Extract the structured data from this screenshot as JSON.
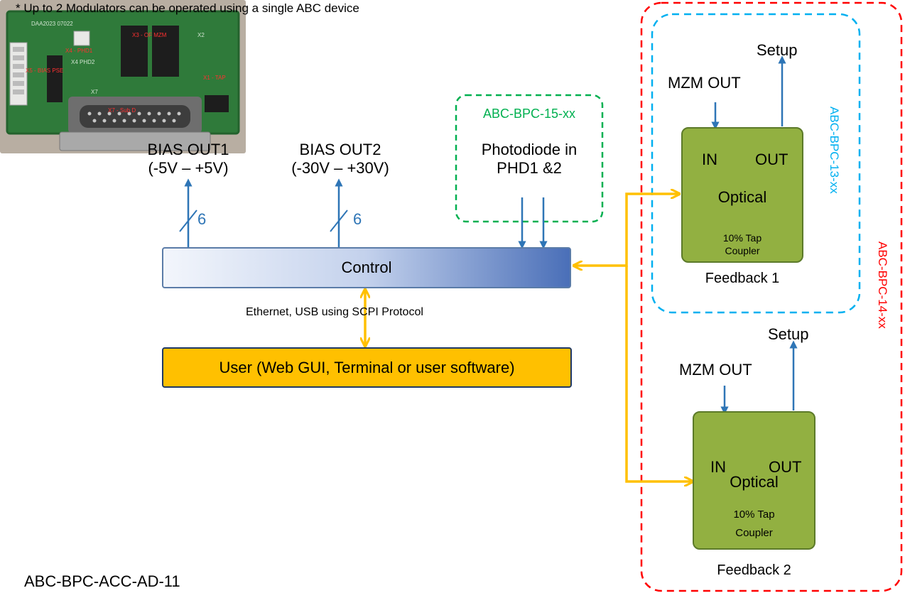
{
  "note": "* Up to 2 Modulators can be operated using a single ABC device",
  "control": {
    "label": "Control"
  },
  "user": {
    "label": "User (Web GUI, Terminal or user software)"
  },
  "interface_label": "Ethernet, USB using SCPI Protocol",
  "bias_out1": {
    "line1": "BIAS OUT1",
    "line2": "(-5V – +5V)",
    "count": "6"
  },
  "bias_out2": {
    "line1": "BIAS OUT2",
    "line2": "(-30V – +30V)",
    "count": "6"
  },
  "photodiode_group": {
    "title": "ABC-BPC-15-xx",
    "line1": "Photodiode in",
    "line2": "PHD1 &2"
  },
  "module13_label": "ABC-BPC-13-xx",
  "module14_label": "ABC-BPC-14-xx",
  "feedback1": {
    "setup": "Setup",
    "mzm_out": "MZM OUT",
    "in": "IN",
    "out": "OUT",
    "optical": "Optical",
    "tap1": "10% Tap",
    "tap2": "Coupler",
    "caption": "Feedback 1"
  },
  "feedback2": {
    "setup": "Setup",
    "mzm_out": "MZM OUT",
    "in": "IN",
    "out": "OUT",
    "optical": "Optical",
    "tap1": "10% Tap",
    "tap2": "Coupler",
    "caption": "Feedback 2"
  },
  "board_photo": {
    "caption": "ABC-BPC-ACC-AD-11",
    "silk": {
      "pcb_id": "DAA2023 07022",
      "x3": "X3 - OF MZM",
      "x2": "X2",
      "x4": "X4 - PHD1",
      "x4b": "X4 PHD2",
      "x5": "X5 - BIAS PSE",
      "x1": "X1 - TAP",
      "x7": "X7",
      "x7sub": "X7 - Sub D"
    }
  },
  "colors": {
    "blue_arrow": "#2e75b6",
    "yellow_arrow": "#ffc000",
    "green_dash": "#00b050",
    "red_dash": "#ff0000",
    "cyan_dash": "#00b0f0",
    "module_green": "#92b041"
  }
}
